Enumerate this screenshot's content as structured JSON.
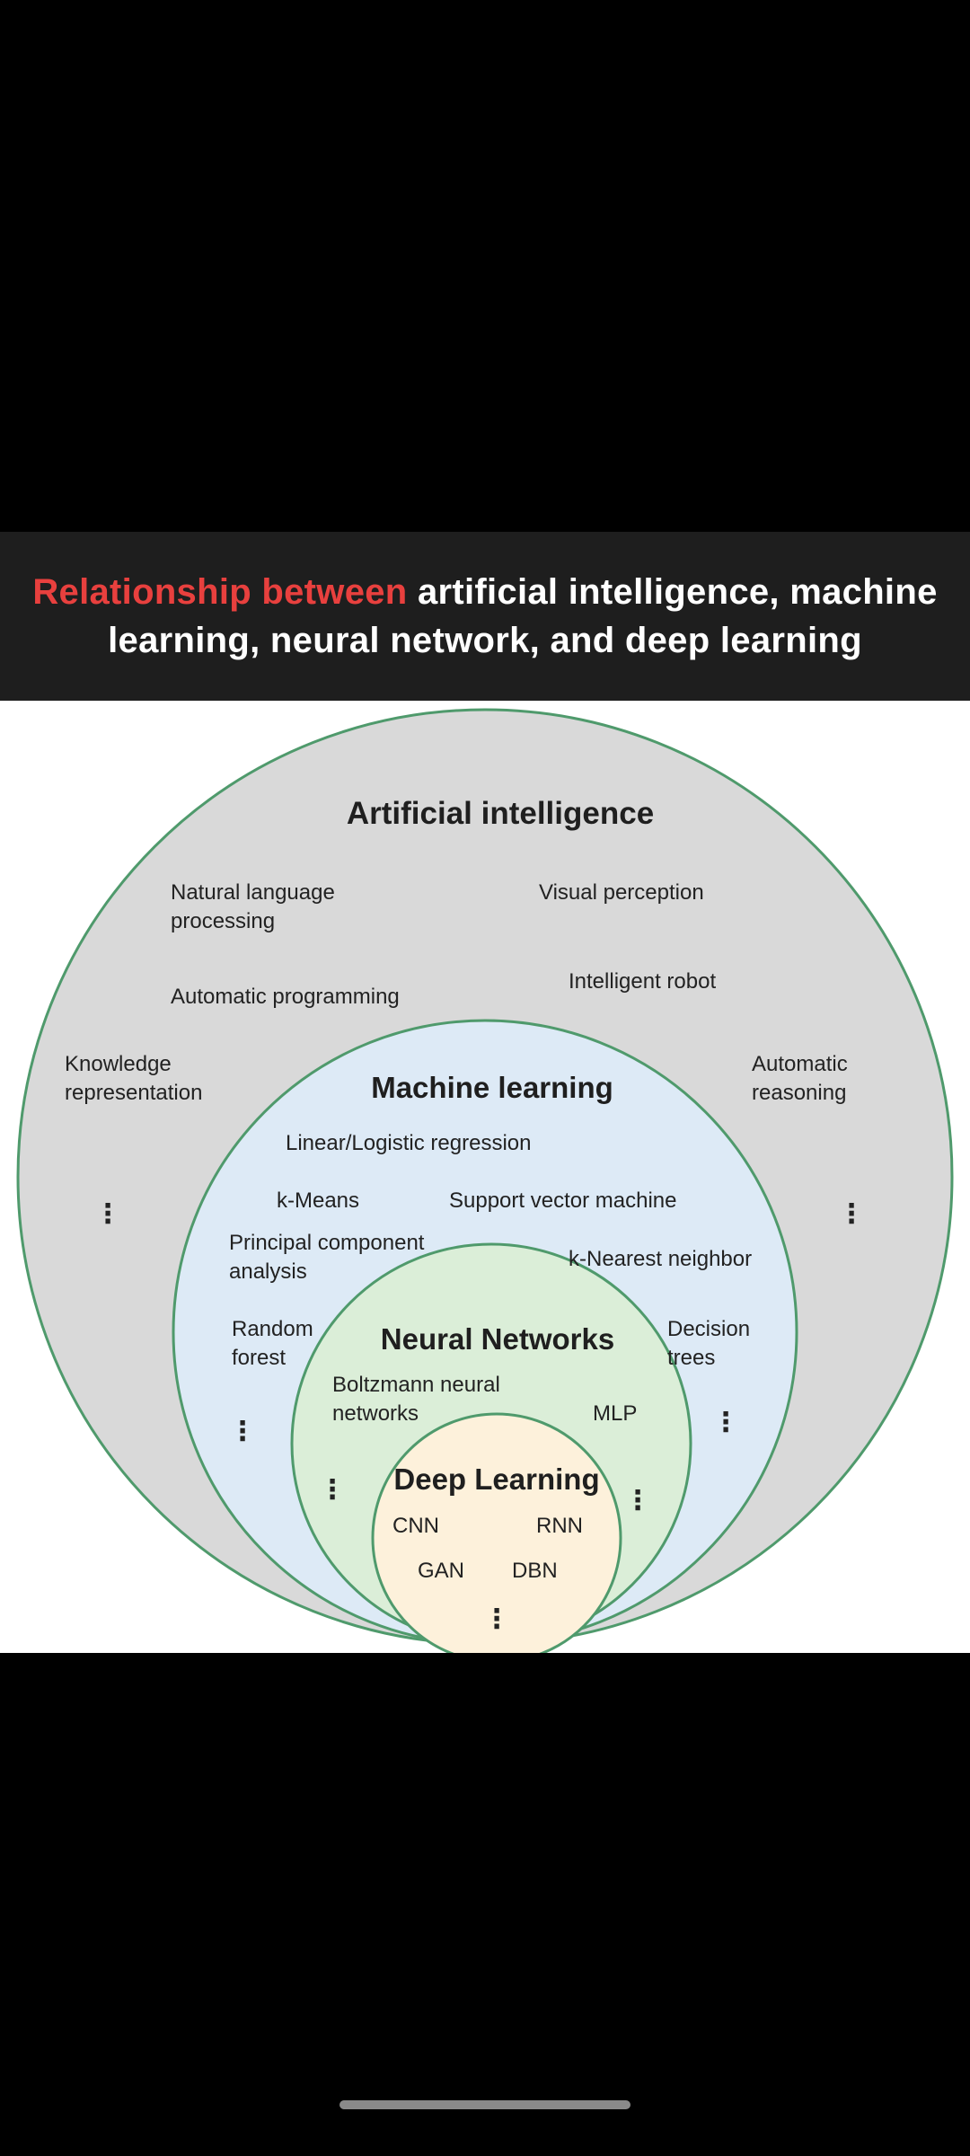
{
  "header": {
    "title_accent": "Relationship between",
    "title_rest_line1": " artificial intelligence, machine",
    "title_line2": "learning, neural network, and deep learning"
  },
  "colors": {
    "accent_red": "#e8403e",
    "ai_fill": "#d9d9d9",
    "ml_fill": "#ddeaf6",
    "nn_fill": "#dbeed8",
    "dl_fill": "#fdf1db",
    "circle_stroke": "#4f9a6c"
  },
  "diagram": {
    "ai": {
      "title": "Artificial intelligence",
      "nlp_1": "Natural language",
      "nlp_2": "processing",
      "visual": "Visual perception",
      "auto_prog": "Automatic programming",
      "robot": "Intelligent robot",
      "kr_1": "Knowledge",
      "kr_2": "representation",
      "ar_1": "Automatic",
      "ar_2": "reasoning",
      "more": "⋮"
    },
    "ml": {
      "title": "Machine learning",
      "linreg": "Linear/Logistic regression",
      "kmeans": "k-Means",
      "svm": "Support vector machine",
      "pca_1": "Principal component",
      "pca_2": "analysis",
      "knn": "k-Nearest neighbor",
      "rf_1": "Random",
      "rf_2": "forest",
      "dt_1": "Decision",
      "dt_2": "trees",
      "more": "⋮"
    },
    "nn": {
      "title": "Neural Networks",
      "bz_1": "Boltzmann neural",
      "bz_2": "networks",
      "mlp": "MLP",
      "more": "⋮"
    },
    "dl": {
      "title": "Deep Learning",
      "cnn": "CNN",
      "rnn": "RNN",
      "gan": "GAN",
      "dbn": "DBN",
      "more": "⋮"
    }
  }
}
